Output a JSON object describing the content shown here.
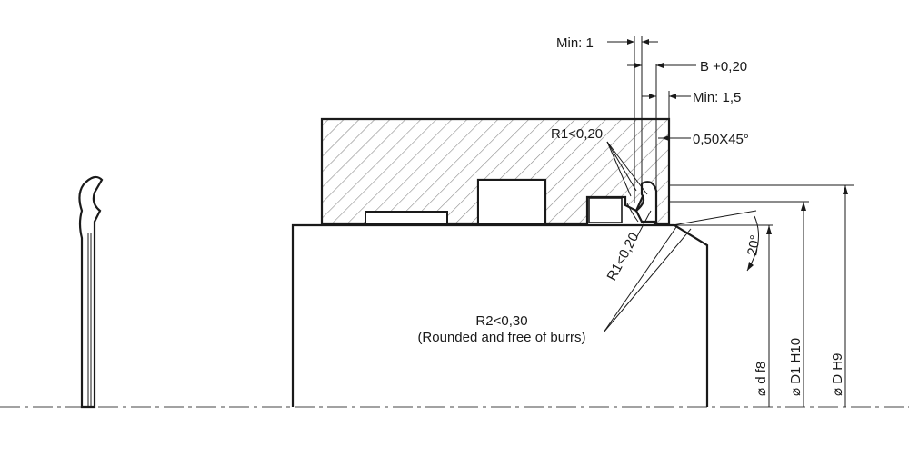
{
  "dimensions": {
    "min_1": "Min: 1",
    "b_tolerance": "B +0,20",
    "min_1_5": "Min: 1,5",
    "chamfer": "0,50X45°",
    "r1_top": "R1<0,20",
    "r1_bottom": "R1<0,20",
    "angle": "20°",
    "r2_line1": "R2<0,30",
    "r2_line2": "(Rounded and free of burrs)",
    "diameter_d": "⌀ d f8",
    "diameter_d1": "⌀ D1 H10",
    "diameter_D": "⌀ D H9"
  },
  "colors": {
    "line": "#1a1a1a",
    "hatch": "#8a8a8a",
    "background": "#ffffff"
  }
}
